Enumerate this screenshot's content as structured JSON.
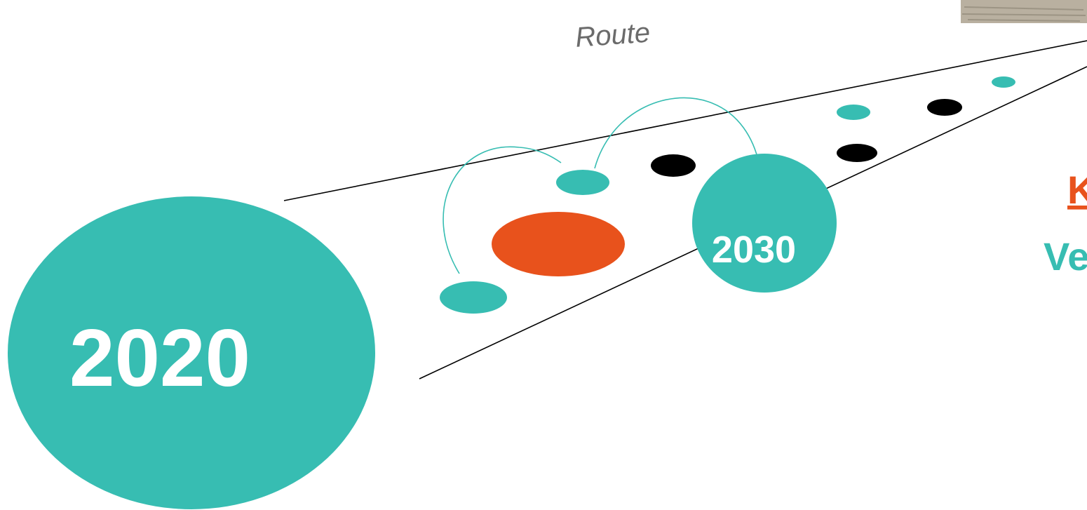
{
  "colors": {
    "teal": "#37BDB2",
    "orange": "#E8521C",
    "black": "#000000",
    "route_label": "#6b6b6b",
    "side_text_orange": "#E8521C",
    "side_text_teal": "#37BDB2",
    "photo": "#b9b0a0"
  },
  "diagram": {
    "route_label": "Route",
    "start_year": "2020",
    "milestone_year": "2030",
    "side_heading": "K",
    "side_subtext": "Ve"
  }
}
